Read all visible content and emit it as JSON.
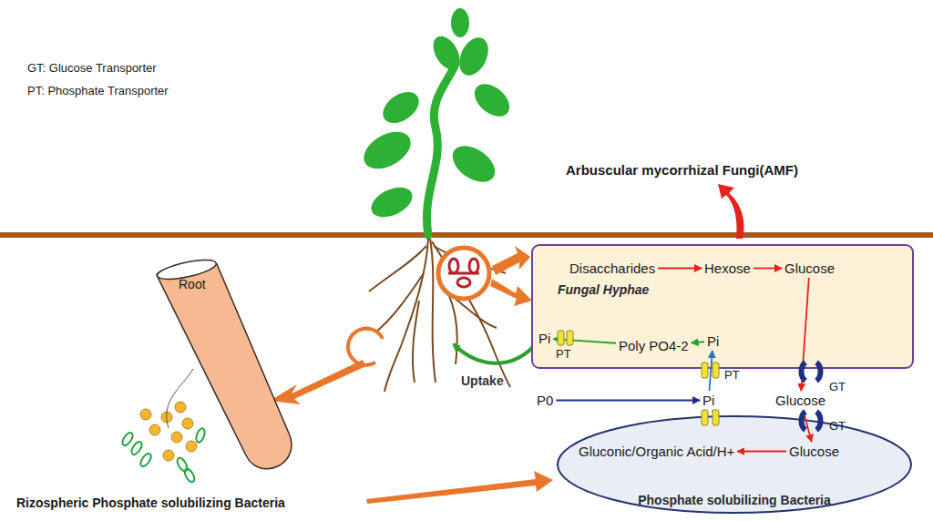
{
  "diagram": {
    "nodes": [
      {
        "text": [
          "Fungal Hyphae"
        ]
      },
      {
        "text": [
          "Disaccharides"
        ],
        "in": 0
      },
      {
        "text": [
          "Hexose"
        ],
        "in": 0
      },
      {
        "text": [
          "Glucose"
        ],
        "in": 0
      },
      {
        "text": [
          "Poly PO4-2"
        ],
        "in": 0
      },
      {
        "text": [
          "Pi"
        ],
        "in": 0
      },
      {
        "text": [
          "Phosphate solubilizing Bacteria"
        ]
      },
      {
        "text": [
          "Gluconic/Organic Acid/H+"
        ],
        "in": 6
      },
      {
        "text": [
          "Glucose"
        ],
        "in": 6
      },
      {
        "text": [
          "Glucose"
        ]
      },
      {
        "text": [
          "Pi"
        ]
      },
      {
        "text": [
          "P0"
        ]
      },
      {
        "text": [
          "Pi"
        ]
      }
    ],
    "edges": [
      {
        "from": 1,
        "to": 2,
        "arrow": "to"
      },
      {
        "from": 2,
        "to": 3,
        "arrow": "to"
      },
      {
        "from": 3,
        "to": 9,
        "arrow": "to"
      },
      {
        "from": 9,
        "to": 8,
        "arrow": "to"
      },
      {
        "from": 8,
        "to": 7,
        "arrow": "to"
      },
      {
        "from": 11,
        "to": 10,
        "arrow": "to"
      },
      {
        "from": 10,
        "to": 5,
        "arrow": "to"
      },
      {
        "from": 5,
        "to": 4,
        "arrow": "to"
      },
      {
        "from": 4,
        "to": 12,
        "arrow": "to"
      },
      {
        "from": 10,
        "to": 6,
        "arrow": "none"
      }
    ],
    "labels": [
      "GT: Glucose Transporter",
      "PT: Phosphate Transporter",
      "Arbuscular mycorrhizal Fungi(AMF)",
      "Root",
      "Rizospheric Phosphate solubilizing Bacteria",
      "Uptake",
      "PT",
      "PT",
      "GT",
      "GT"
    ]
  }
}
